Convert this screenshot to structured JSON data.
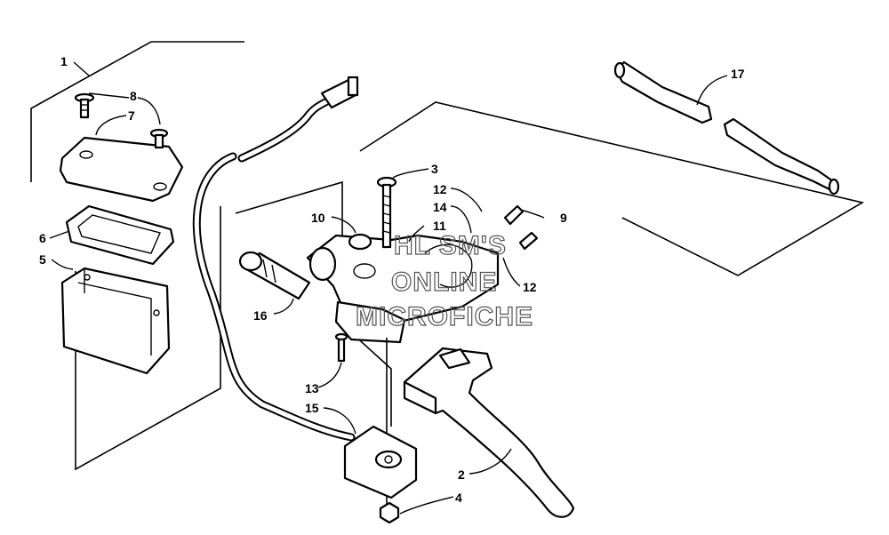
{
  "diagram": {
    "callouts": [
      {
        "id": "c1",
        "text": "1"
      },
      {
        "id": "c2",
        "text": "2"
      },
      {
        "id": "c3",
        "text": "3"
      },
      {
        "id": "c4",
        "text": "4"
      },
      {
        "id": "c5",
        "text": "5"
      },
      {
        "id": "c6",
        "text": "6"
      },
      {
        "id": "c7",
        "text": "7"
      },
      {
        "id": "c8",
        "text": "8"
      },
      {
        "id": "c9",
        "text": "9"
      },
      {
        "id": "c10",
        "text": "10"
      },
      {
        "id": "c11",
        "text": "11"
      },
      {
        "id": "c12a",
        "text": "12"
      },
      {
        "id": "c12b",
        "text": "12"
      },
      {
        "id": "c13",
        "text": "13"
      },
      {
        "id": "c14",
        "text": "14"
      },
      {
        "id": "c15",
        "text": "15"
      },
      {
        "id": "c16",
        "text": "16"
      },
      {
        "id": "c17",
        "text": "17"
      }
    ],
    "watermark": {
      "line1": "HL SM'S",
      "line2": "ONLINE",
      "line3": "MICROFICHE"
    }
  }
}
